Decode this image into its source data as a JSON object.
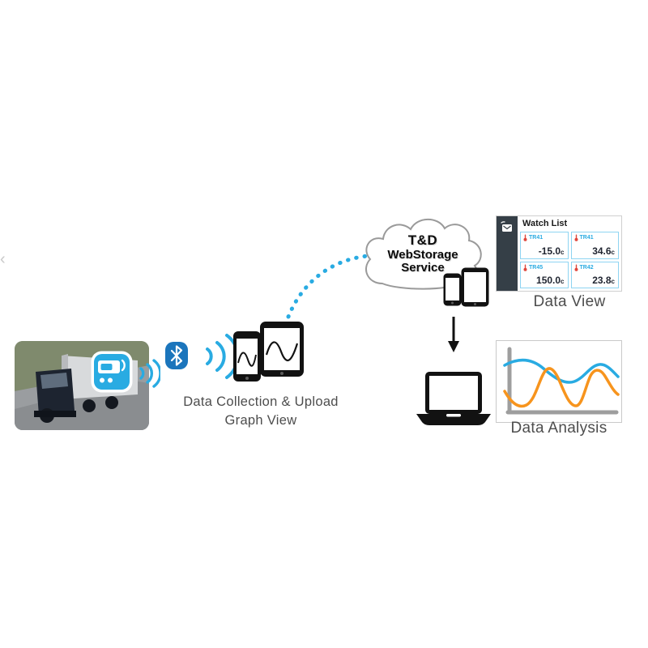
{
  "colors": {
    "accent_blue": "#29abe2",
    "bluetooth_blue": "#1b75bc",
    "chart_blue": "#29abe2",
    "chart_orange": "#f7941d",
    "text_gray": "#4d4d4d",
    "panel_dark": "#353f47",
    "cell_border_blue": "#8ed4f2",
    "thermometer_red": "#e0453a"
  },
  "icons": {
    "bluetooth-icon": "bluetooth-rune",
    "signal-waves-icon": "radio-arcs",
    "logger-device-icon": "data-logger",
    "watch-list-badge-icon": "alert-monitor",
    "phone-icon": "smartphone",
    "tablet-icon": "tablet",
    "laptop-icon": "laptop",
    "arrow-down-icon": "arrow-down",
    "thermometer-icon": "thermometer"
  },
  "labels": {
    "collection_line1": "Data Collection & Upload",
    "collection_line2": "Graph View",
    "data_view": "Data View",
    "data_analysis": "Data Analysis",
    "edge_mark": "‹"
  },
  "cloud": {
    "line1": "T&D",
    "line2": "WebStorage",
    "line3": "Service"
  },
  "watch_list": {
    "title": "Watch List",
    "readings": [
      {
        "id": "TR41",
        "value": "-15.0",
        "unit": "c"
      },
      {
        "id": "TR41",
        "value": "34.6",
        "unit": "c"
      },
      {
        "id": "TR45",
        "value": "150.0",
        "unit": "c"
      },
      {
        "id": "TR42",
        "value": "23.8",
        "unit": "c"
      }
    ]
  },
  "analysis_chart": {
    "type": "line",
    "series": [
      {
        "name": "series-blue",
        "color": "#29abe2"
      },
      {
        "name": "series-orange",
        "color": "#f7941d"
      }
    ],
    "axes": "plain gray L-axes, no ticks or labels"
  }
}
